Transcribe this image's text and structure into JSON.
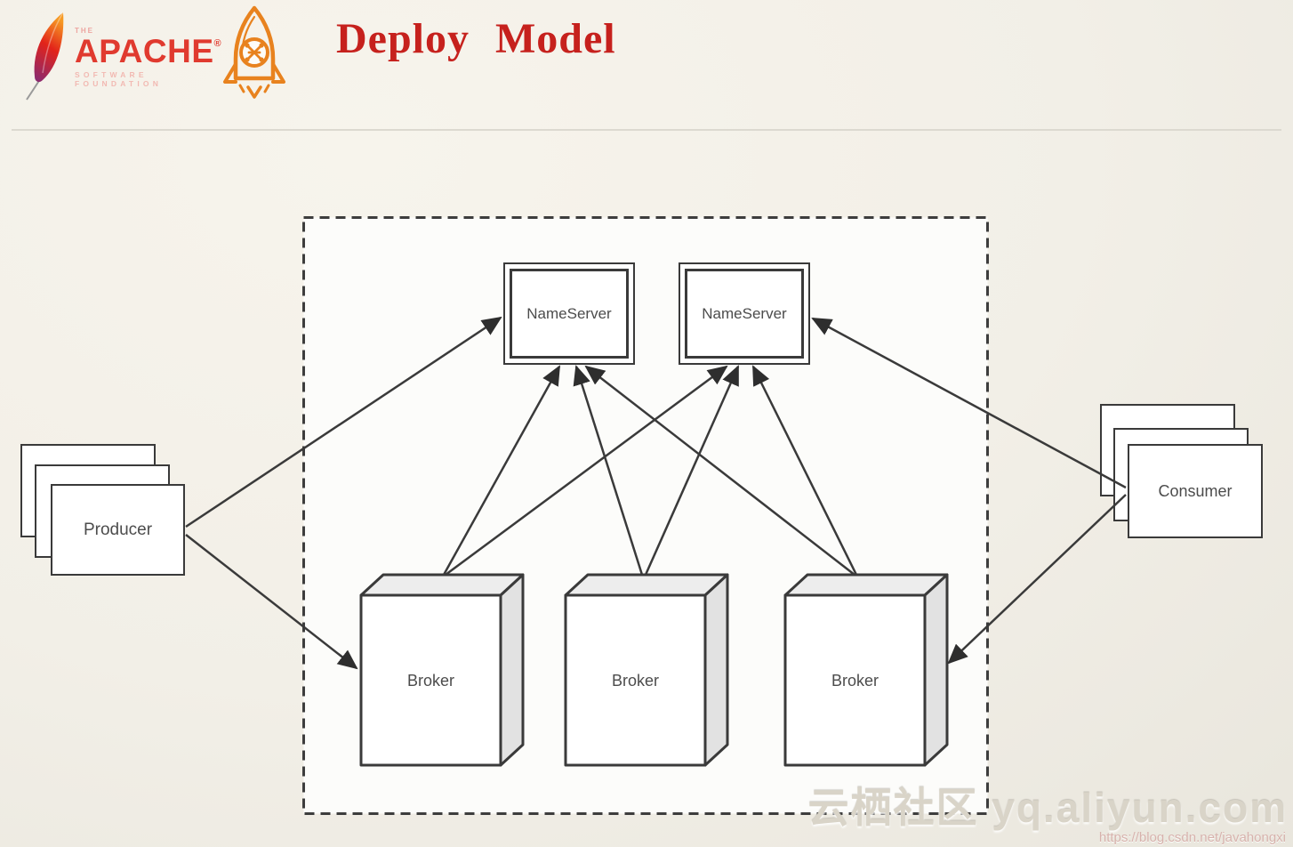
{
  "header": {
    "apache": {
      "the": "THE",
      "name": "APACHE",
      "registered": "®",
      "subtitle": "SOFTWARE FOUNDATION"
    },
    "title": "Deploy Model"
  },
  "diagram": {
    "nameservers": [
      {
        "id": "nameserver-1",
        "label": "NameServer"
      },
      {
        "id": "nameserver-2",
        "label": "NameServer"
      }
    ],
    "brokers": [
      {
        "id": "broker-1",
        "label": "Broker"
      },
      {
        "id": "broker-2",
        "label": "Broker"
      },
      {
        "id": "broker-3",
        "label": "Broker"
      }
    ],
    "producer": {
      "id": "producer",
      "label": "Producer"
    },
    "consumer": {
      "id": "consumer",
      "label": "Consumer"
    },
    "connections": [
      {
        "from": "producer",
        "to": "nameserver-1"
      },
      {
        "from": "producer",
        "to": "broker-1"
      },
      {
        "from": "broker-1",
        "to": "nameserver-1"
      },
      {
        "from": "broker-1",
        "to": "nameserver-2"
      },
      {
        "from": "broker-2",
        "to": "nameserver-1"
      },
      {
        "from": "broker-2",
        "to": "nameserver-2"
      },
      {
        "from": "broker-3",
        "to": "nameserver-1"
      },
      {
        "from": "broker-3",
        "to": "nameserver-2"
      },
      {
        "from": "consumer",
        "to": "nameserver-2"
      },
      {
        "from": "consumer",
        "to": "broker-3"
      }
    ]
  },
  "watermark": {
    "brand": "云栖社区 yq.aliyun.com",
    "url": "https://blog.csdn.net/javahongxi"
  },
  "colors": {
    "title_red": "#c6211d",
    "apache_red": "#e03a2f",
    "rocket_orange": "#e8821e",
    "line_dark": "#3a3a3a",
    "background_cream": "#f2efe7",
    "box_fill": "#ffffff"
  }
}
